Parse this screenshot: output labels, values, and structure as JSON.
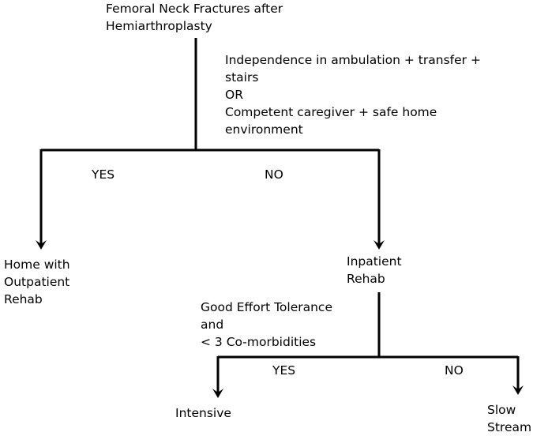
{
  "root": {
    "lines": [
      "Femoral Neck Fractures after",
      "Hemiarthroplasty"
    ]
  },
  "criteria_1": {
    "lines": [
      "Independence in ambulation + transfer +",
      "stairs",
      "OR",
      "Competent caregiver + safe home",
      "environment"
    ]
  },
  "branch_1": {
    "yes_label": "YES",
    "no_label": "NO"
  },
  "outcome_home": {
    "lines": [
      "Home with",
      "Outpatient",
      "Rehab"
    ]
  },
  "outcome_inpatient": {
    "lines": [
      "Inpatient",
      "Rehab"
    ]
  },
  "criteria_2": {
    "lines": [
      "Good Effort Tolerance",
      "and",
      "< 3 Co-morbidities"
    ]
  },
  "branch_2": {
    "yes_label": "YES",
    "no_label": "NO"
  },
  "outcome_intensive": {
    "lines": [
      "Intensive"
    ]
  },
  "outcome_slow": {
    "lines": [
      "Slow",
      "Stream"
    ]
  },
  "colors": {
    "line": "#000000",
    "text": "#000000",
    "background": "#ffffff"
  }
}
